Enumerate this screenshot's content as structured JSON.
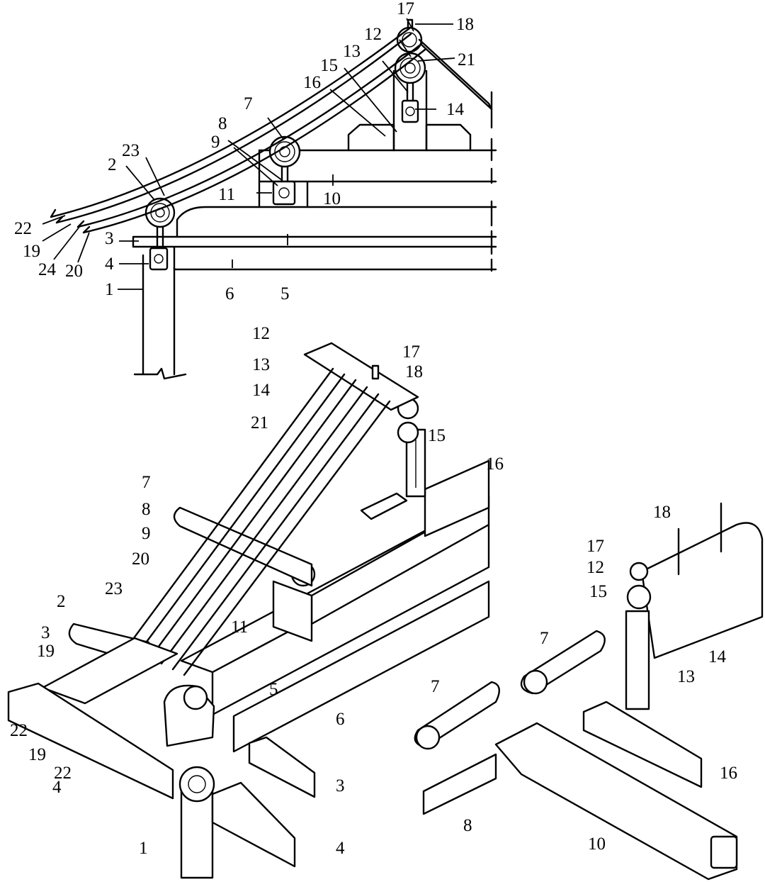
{
  "figure": {
    "section_labels": [
      {
        "id": "s17",
        "text": "17"
      },
      {
        "id": "s18",
        "text": "18"
      },
      {
        "id": "s12",
        "text": "12"
      },
      {
        "id": "s13",
        "text": "13"
      },
      {
        "id": "s21",
        "text": "21"
      },
      {
        "id": "s15",
        "text": "15"
      },
      {
        "id": "s16",
        "text": "16"
      },
      {
        "id": "s14",
        "text": "14"
      },
      {
        "id": "s7",
        "text": "7"
      },
      {
        "id": "s8",
        "text": "8"
      },
      {
        "id": "s9",
        "text": "9"
      },
      {
        "id": "s23",
        "text": "23"
      },
      {
        "id": "s2",
        "text": "2"
      },
      {
        "id": "s11",
        "text": "11"
      },
      {
        "id": "s10",
        "text": "10"
      },
      {
        "id": "s22",
        "text": "22"
      },
      {
        "id": "s19",
        "text": "19"
      },
      {
        "id": "s24",
        "text": "24"
      },
      {
        "id": "s20",
        "text": "20"
      },
      {
        "id": "s3",
        "text": "3"
      },
      {
        "id": "s4",
        "text": "4"
      },
      {
        "id": "s1",
        "text": "1"
      },
      {
        "id": "s6",
        "text": "6"
      },
      {
        "id": "s5",
        "text": "5"
      }
    ],
    "iso_labels": [
      {
        "id": "i12",
        "text": "12"
      },
      {
        "id": "i17",
        "text": "17"
      },
      {
        "id": "i13",
        "text": "13"
      },
      {
        "id": "i18",
        "text": "18"
      },
      {
        "id": "i14",
        "text": "14"
      },
      {
        "id": "i21",
        "text": "21"
      },
      {
        "id": "i15",
        "text": "15"
      },
      {
        "id": "i16",
        "text": "16"
      },
      {
        "id": "i7",
        "text": "7"
      },
      {
        "id": "i8",
        "text": "8"
      },
      {
        "id": "i9",
        "text": "9"
      },
      {
        "id": "i20",
        "text": "20"
      },
      {
        "id": "i23",
        "text": "23"
      },
      {
        "id": "i2",
        "text": "2"
      },
      {
        "id": "i11",
        "text": "11"
      },
      {
        "id": "i3",
        "text": "3"
      },
      {
        "id": "i19a",
        "text": "19"
      },
      {
        "id": "i5",
        "text": "5"
      },
      {
        "id": "i22a",
        "text": "22"
      },
      {
        "id": "i6",
        "text": "6"
      },
      {
        "id": "i19b",
        "text": "19"
      },
      {
        "id": "i22b",
        "text": "22"
      },
      {
        "id": "i4a",
        "text": "4"
      },
      {
        "id": "i3b",
        "text": "3"
      },
      {
        "id": "i1",
        "text": "1"
      },
      {
        "id": "i4b",
        "text": "4"
      }
    ],
    "detail_labels": [
      {
        "id": "d18",
        "text": "18"
      },
      {
        "id": "d17",
        "text": "17"
      },
      {
        "id": "d12",
        "text": "12"
      },
      {
        "id": "d15",
        "text": "15"
      },
      {
        "id": "d13",
        "text": "13"
      },
      {
        "id": "d14",
        "text": "14"
      },
      {
        "id": "d7a",
        "text": "7"
      },
      {
        "id": "d7b",
        "text": "7"
      },
      {
        "id": "d16",
        "text": "16"
      },
      {
        "id": "d8",
        "text": "8"
      },
      {
        "id": "d10",
        "text": "10"
      }
    ]
  }
}
